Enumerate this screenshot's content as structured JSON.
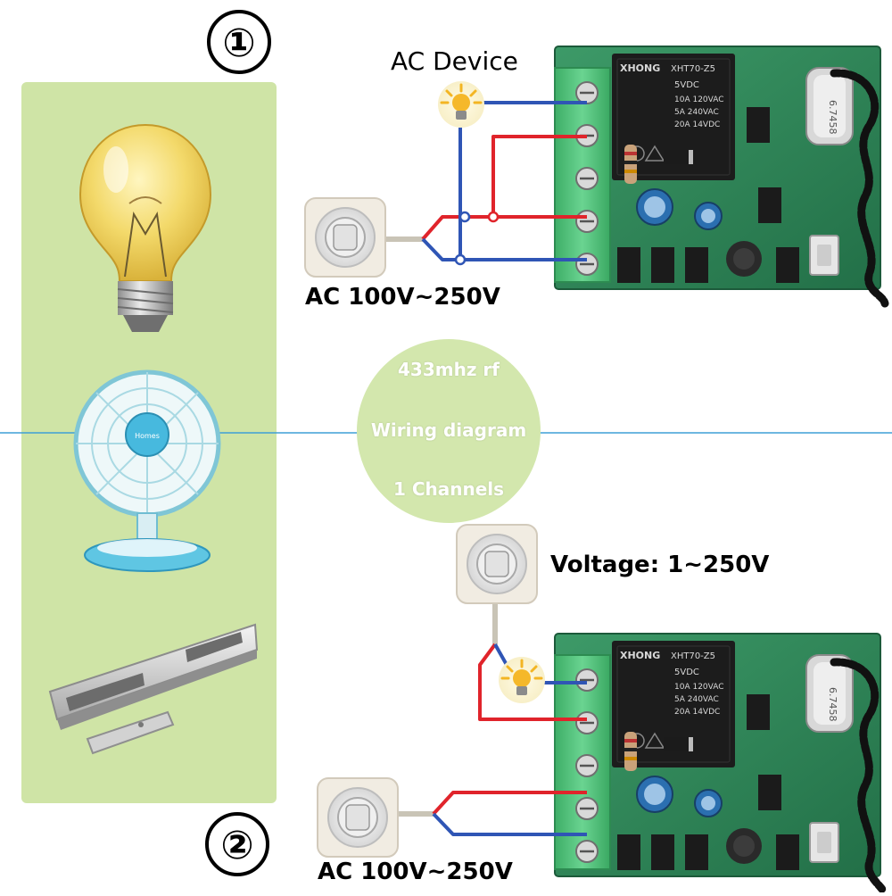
{
  "step_markers": [
    "①",
    "②"
  ],
  "diagram1": {
    "device_label": "AC Device",
    "supply_label": "AC 100V~250V"
  },
  "diagram2": {
    "voltage_label": "Voltage: 1~250V",
    "supply_label": "AC 100V~250V"
  },
  "center_badge": {
    "line1": "433mhz rf",
    "line2": "Wiring diagram",
    "line3": "1 Channels"
  },
  "relay_markings": {
    "brand": "XHONG",
    "model": "XHT70-Z5",
    "coil": "5VDC",
    "rating1": "10A 120VAC",
    "rating2": "5A 240VAC",
    "rating3": "20A 14VDC",
    "crystal": "6.7458"
  },
  "fan_brand": "Homes",
  "colors": {
    "panel_green": "#cfe4a6",
    "badge_green": "#d3e7ad",
    "board_green": "#2f8a5a",
    "terminal_green": "#4fc27a",
    "wire_red": "#e0242b",
    "wire_blue": "#2f55b5",
    "divider": "#3f9fd6"
  }
}
